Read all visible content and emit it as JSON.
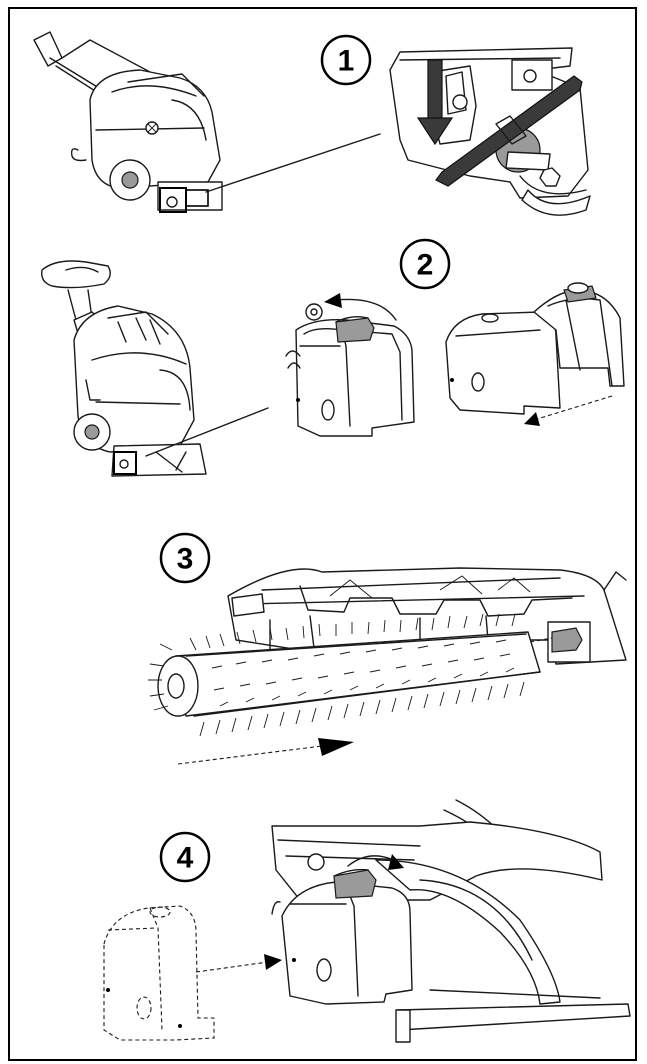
{
  "steps": [
    {
      "number": "1"
    },
    {
      "number": "2"
    },
    {
      "number": "3"
    },
    {
      "number": "4"
    }
  ],
  "icons": [
    "down-arrow-icon",
    "rotate-arrow-icon",
    "direction-arrow-icon"
  ]
}
